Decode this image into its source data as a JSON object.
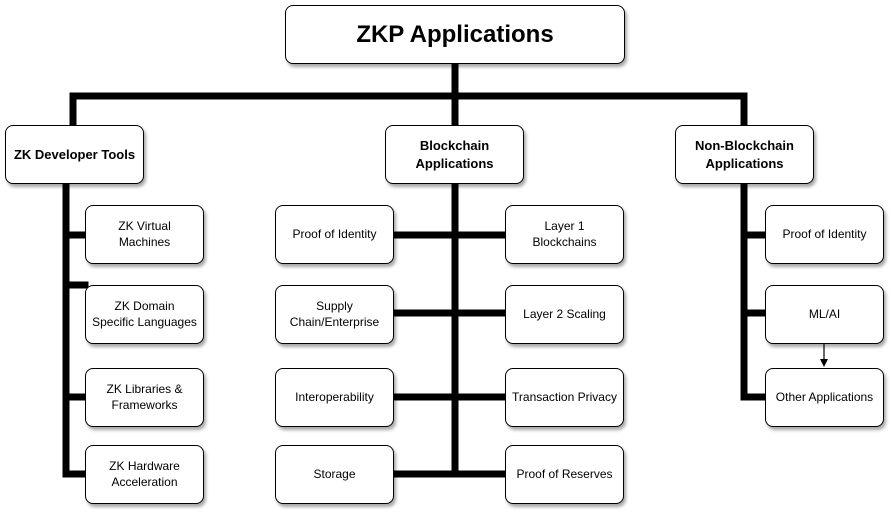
{
  "root": {
    "title": "ZKP Applications"
  },
  "categories": {
    "dev_tools": {
      "label": "ZK Developer Tools",
      "items": [
        "ZK Virtual Machines",
        "ZK Domain Specific Languages",
        "ZK Libraries & Frameworks",
        "ZK Hardware Acceleration"
      ]
    },
    "blockchain": {
      "label": "Blockchain Applications",
      "left_items": [
        "Proof of Identity",
        "Supply Chain/Enterprise",
        "Interoperability",
        "Storage"
      ],
      "right_items": [
        "Layer 1 Blockchains",
        "Layer 2 Scaling",
        "Transaction Privacy",
        "Proof of Reserves"
      ]
    },
    "non_blockchain": {
      "label": "Non-Blockchain Applications",
      "items": [
        "Proof of Identity",
        "ML/AI",
        "Other Applications"
      ]
    }
  },
  "colors": {
    "connector": "#000000",
    "node_fill": "#ffffff",
    "node_border": "#000000"
  }
}
